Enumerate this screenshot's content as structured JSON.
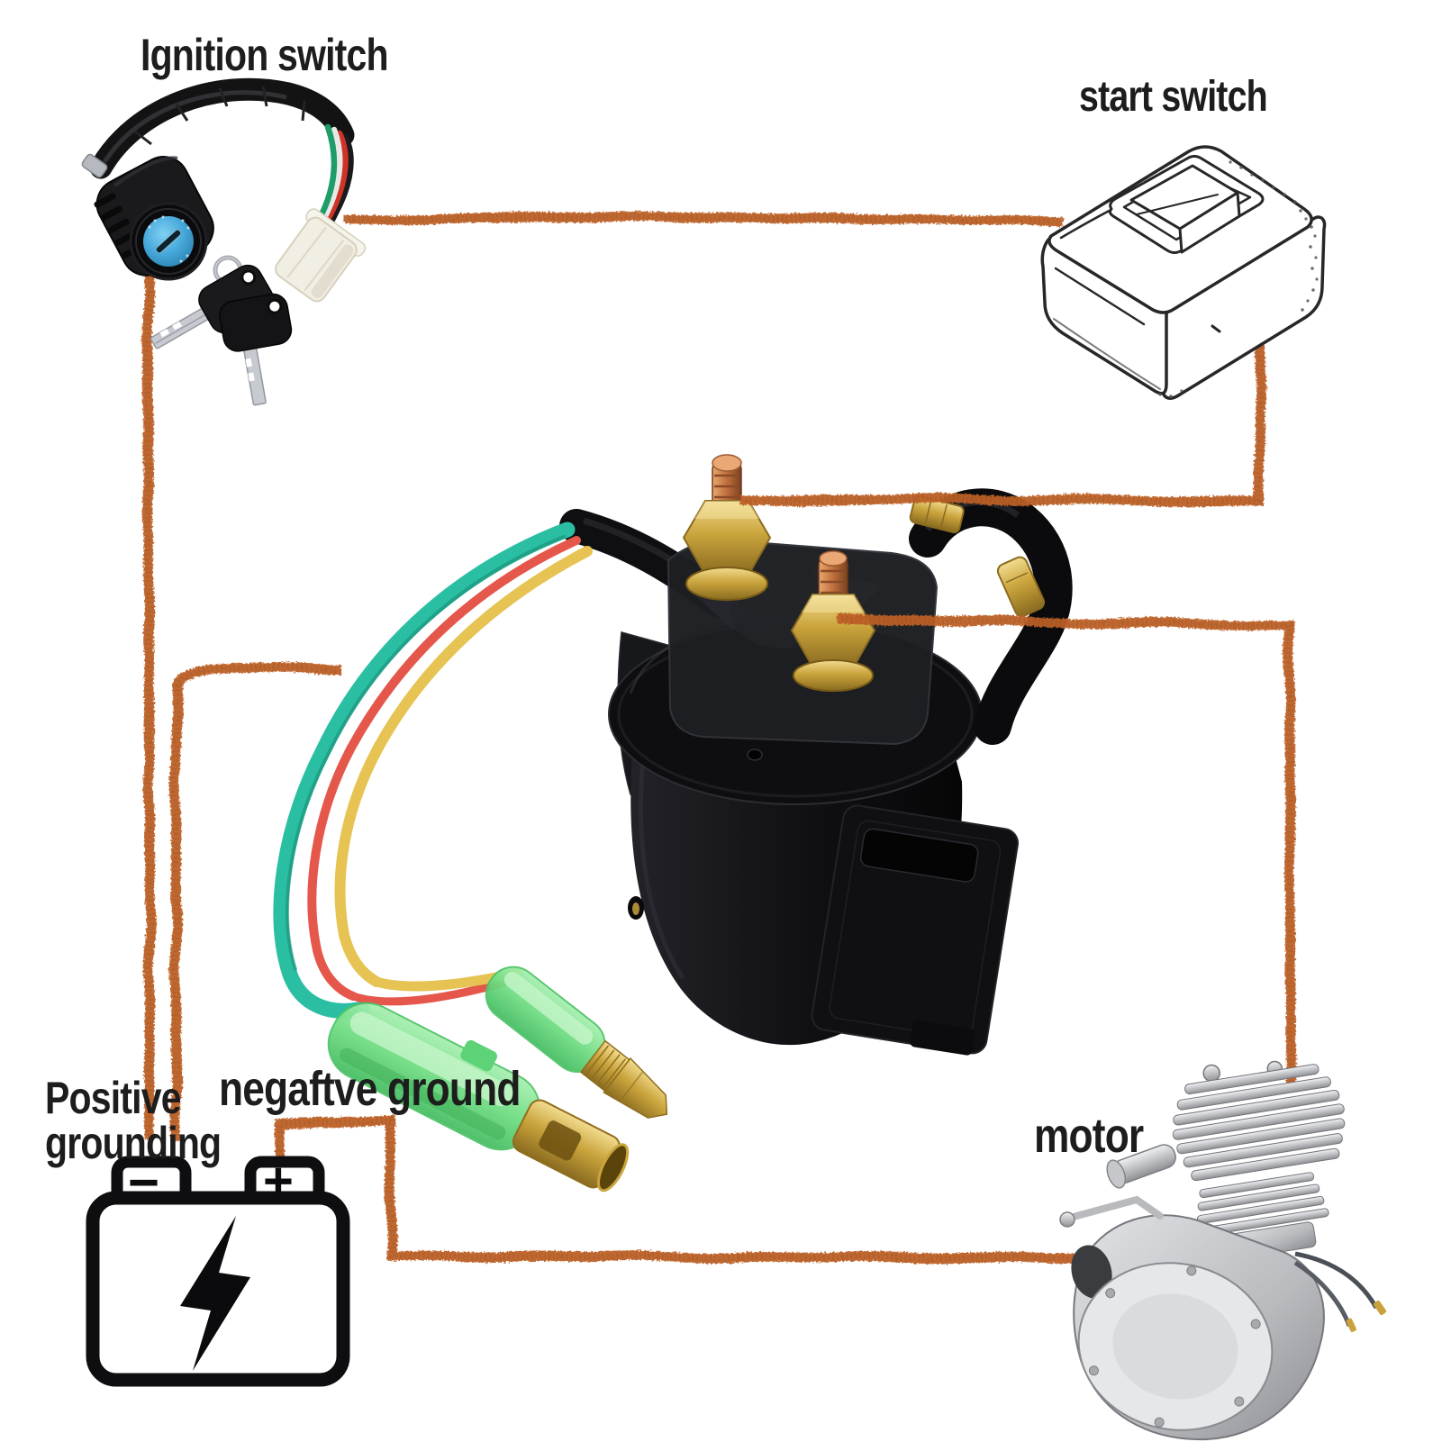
{
  "diagram": {
    "labels": {
      "ignition_switch": "Ignition switch",
      "start_switch": "start switch",
      "positive_grounding": "Positive\ngrounding",
      "negative_ground": "negaftve ground",
      "motor": "motor"
    },
    "battery": {
      "negative_terminal": "−",
      "positive_terminal": "+"
    },
    "icons": {
      "ignition_switch": "ignition-key-switch-photo",
      "start_switch": "rocker-switch-sketch",
      "solenoid": "starter-solenoid-relay-photo",
      "battery": "battery-lightning-icon",
      "motor": "bicycle-engine-photo",
      "wiring": "hand-drawn-orange-wire-lines"
    },
    "colors": {
      "background": "#ffffff",
      "label_text": "#1d1d1d",
      "wire_orange": "#bd6127",
      "connector_green": "#74df86",
      "wire_teal": "#2abfa3",
      "wire_red": "#e4574a",
      "wire_yellow": "#e6c352",
      "ignition_face_blue": "#45a7d9",
      "brass": "#caa43c",
      "copper": "#c87f4f"
    }
  }
}
